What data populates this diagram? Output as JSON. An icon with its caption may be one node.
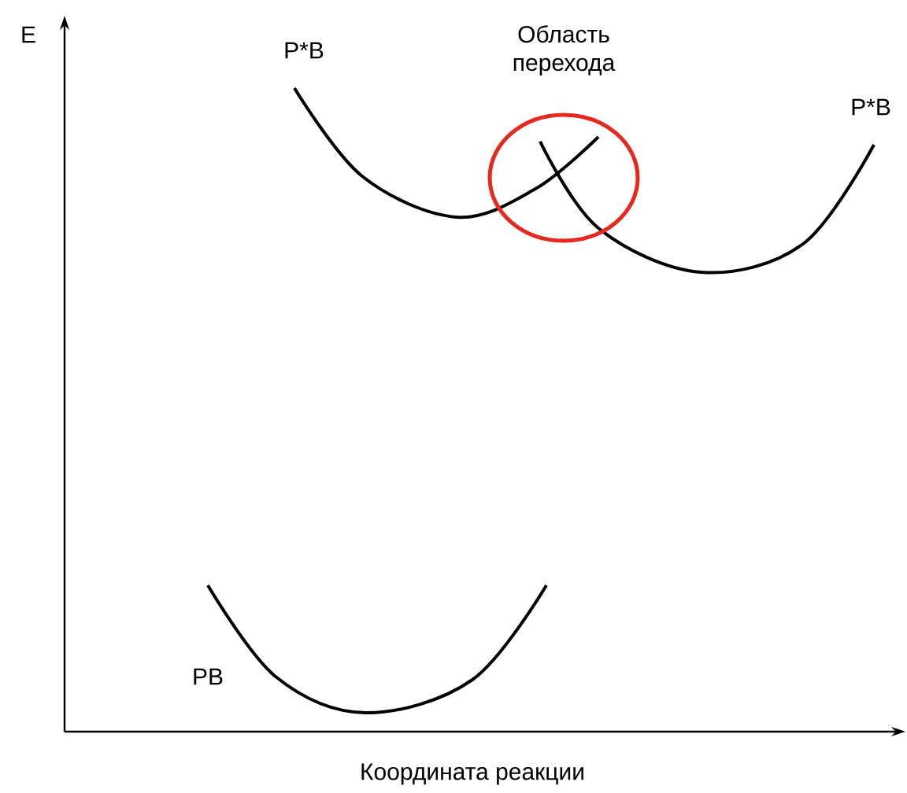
{
  "diagram": {
    "labels": [
      "E",
      "P*B",
      "Область перехода",
      "P*B",
      "PB",
      "Координата реакции"
    ]
  }
}
